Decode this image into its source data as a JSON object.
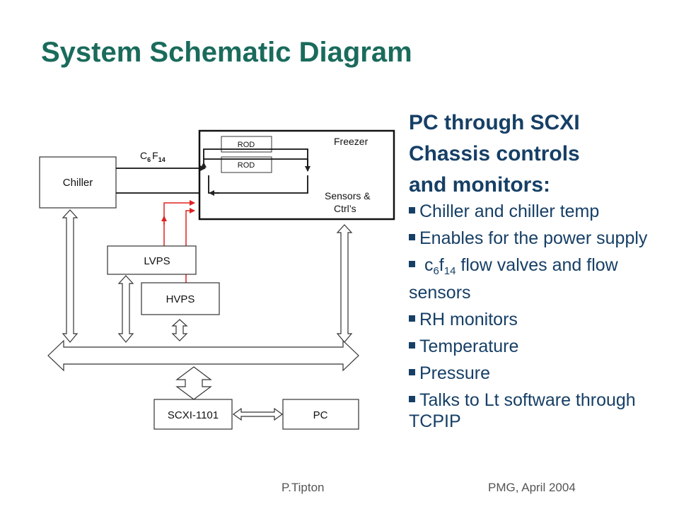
{
  "title": "System Schematic Diagram",
  "diagram": {
    "chiller": "Chiller",
    "freezer": "Freezer",
    "rod_1": "ROD",
    "rod_2": "ROD",
    "sensors_line1": "Sensors &",
    "sensors_line2": "Ctrl’s",
    "coolant_c": "C",
    "coolant_c_sub": "6",
    "coolant_f": "F",
    "coolant_f_sub": "14",
    "lvps": "LVPS",
    "hvps": "HVPS",
    "scxi": "SCXI-1101",
    "pc": "PC"
  },
  "panel": {
    "heading_lines": [
      "PC through SCXI",
      "Chassis controls",
      "and monitors:"
    ],
    "items": {
      "chiller": "Chiller and chiller temp",
      "enables": "Enables for the power supply",
      "flow_c": "c",
      "flow_c_sub": "6",
      "flow_f": "f",
      "flow_f_sub": "14",
      "flow_rest": " flow valves and flow sensors",
      "rh": "RH monitors",
      "temperature": "Temperature",
      "pressure": "Pressure",
      "talks": "Talks to Lt software through TCPIP"
    }
  },
  "footer": {
    "author": "P.Tipton",
    "event": "PMG, April 2004"
  },
  "colors": {
    "title": "#1a6b5c",
    "text": "#163f66",
    "signal_red": "#e02020"
  }
}
